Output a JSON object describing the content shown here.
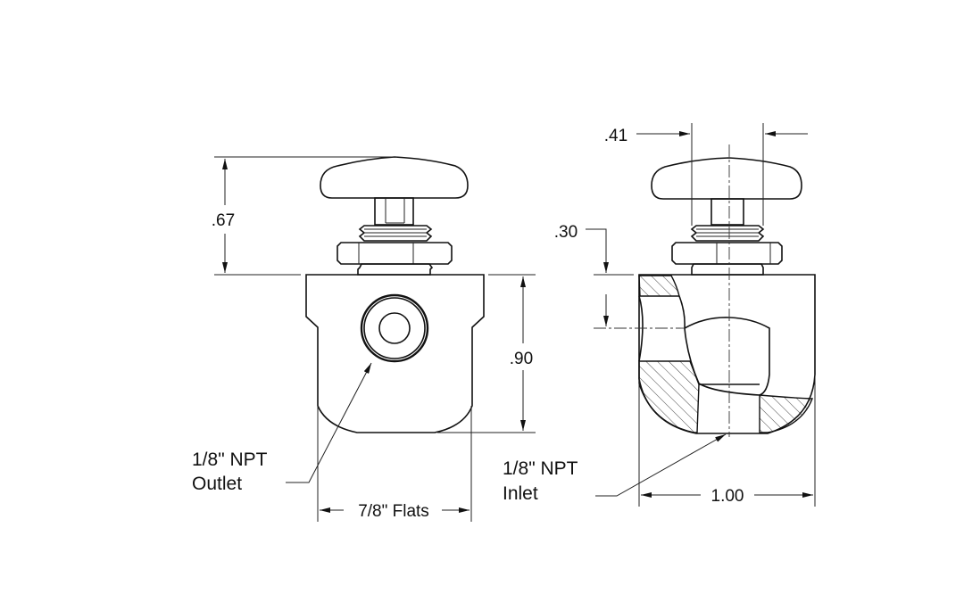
{
  "title": "Valve drawing: front view and section view",
  "front_view": {
    "height_above_body": ".67",
    "body_height": ".90",
    "flats": "7/8\" Flats",
    "port_label_line1": "1/8\" NPT",
    "port_label_line2": "Outlet"
  },
  "side_view": {
    "thread_width": ".41",
    "inlet_depth": ".30",
    "body_width": "1.00",
    "port_label_line1": "1/8\" NPT",
    "port_label_line2": "Inlet"
  }
}
